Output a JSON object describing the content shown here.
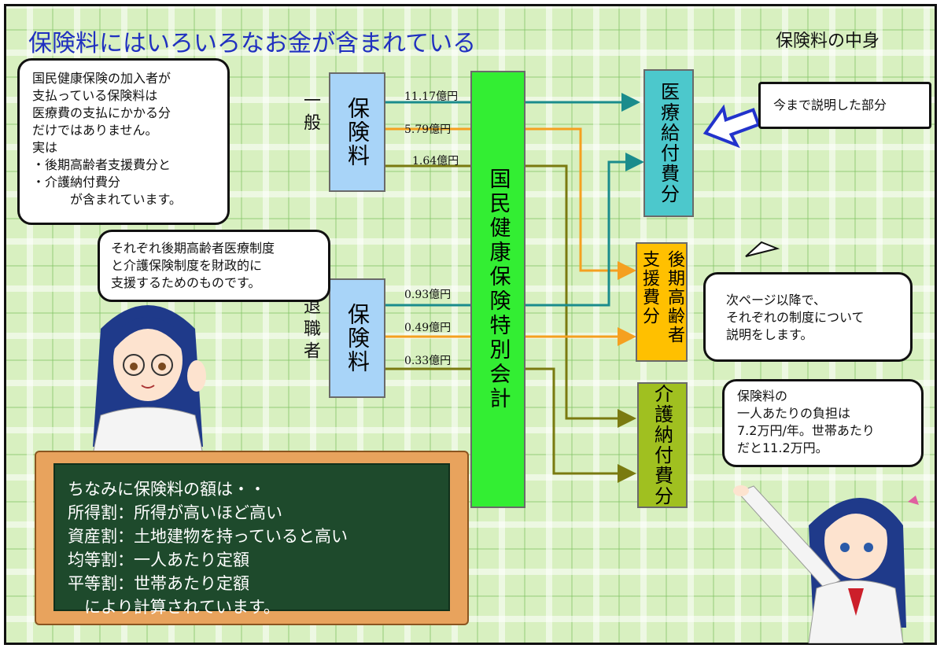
{
  "header": {
    "title": "保険料にはいろいろなお金が含まれている",
    "subtitle": "保険料の中身"
  },
  "bubbles": {
    "top_left": "国民健康保険の加入者が\n支払っている保険料は\n医療費の支払にかかる分\nだけではありません。\n実は\n・後期高齢者支援費分と\n・介護納付費分\n　　　が含まれています。",
    "middle_left": "それぞれ後期高齢者医療制度\nと介護保険制度を財政的に\n支援するためのものです。",
    "top_right": "今まで説明した部分",
    "middle_right": "次ページ以降で、\nそれぞれの制度について\n説明をします。",
    "bottom_right": "保険料の\n一人あたりの負担は\n7.2万円/年。世帯あたり\nだと11.2万円。"
  },
  "diagram": {
    "source_general": "保険料",
    "source_retired": "保険料",
    "side_general": "一般",
    "side_retired": "退職者",
    "special_account": "国民健康保険特別会計",
    "dest_medical": "医療給付費分",
    "dest_elderly": "後期高齢者支援費分",
    "dest_care": "介護納付費分",
    "flows": [
      {
        "label": "11.17億円",
        "from": "一般",
        "to": "医療給付費分"
      },
      {
        "label": "5.79億円",
        "from": "一般",
        "to": "後期高齢者支援費分"
      },
      {
        "label": "1.64億円",
        "from": "一般",
        "to": "介護納付費分"
      },
      {
        "label": "0.93億円",
        "from": "退職者",
        "to": "医療給付費分"
      },
      {
        "label": "0.49億円",
        "from": "退職者",
        "to": "後期高齢者支援費分"
      },
      {
        "label": "0.33億円",
        "from": "退職者",
        "to": "介護納付費分"
      }
    ]
  },
  "chalkboard": {
    "text": "ちなみに保険料の額は・・\n所得割：所得が高いほど高い\n資産割：土地建物を持っていると高い\n均等割：一人あたり定額\n平等割：世帯あたり定額\n　により計算されています。"
  },
  "colors": {
    "medical": "#1a8c8c",
    "elderly": "#f5a020",
    "care": "#7a7a10",
    "account": "#33ee33",
    "title": "#2030c0"
  }
}
